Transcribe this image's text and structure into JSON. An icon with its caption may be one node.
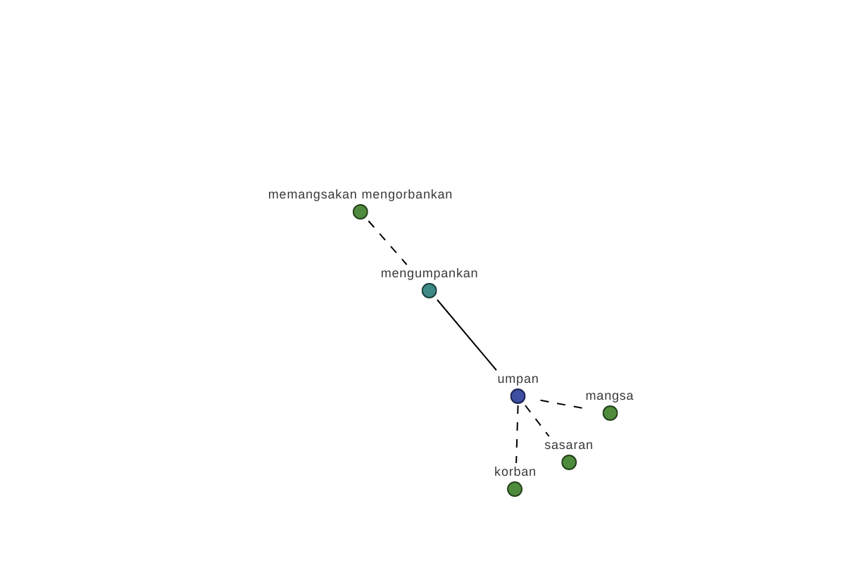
{
  "diagram": {
    "nodes": [
      {
        "text": [
          "memangsakan mengorbankan"
        ]
      },
      {
        "text": [
          "mengumpankan"
        ]
      },
      {
        "text": [
          "umpan"
        ]
      },
      {
        "text": [
          "mangsa"
        ]
      },
      {
        "text": [
          "sasaran"
        ]
      },
      {
        "text": [
          "korban"
        ]
      }
    ],
    "edges": [
      {
        "from": 0,
        "to": 1,
        "arrow": "none",
        "style": "dashed"
      },
      {
        "from": 1,
        "to": 2,
        "arrow": "none"
      },
      {
        "from": 2,
        "to": 3,
        "arrow": "none",
        "style": "dashed"
      },
      {
        "from": 2,
        "to": 4,
        "arrow": "none",
        "style": "dashed"
      },
      {
        "from": 2,
        "to": 5,
        "arrow": "none",
        "style": "dashed"
      }
    ]
  }
}
